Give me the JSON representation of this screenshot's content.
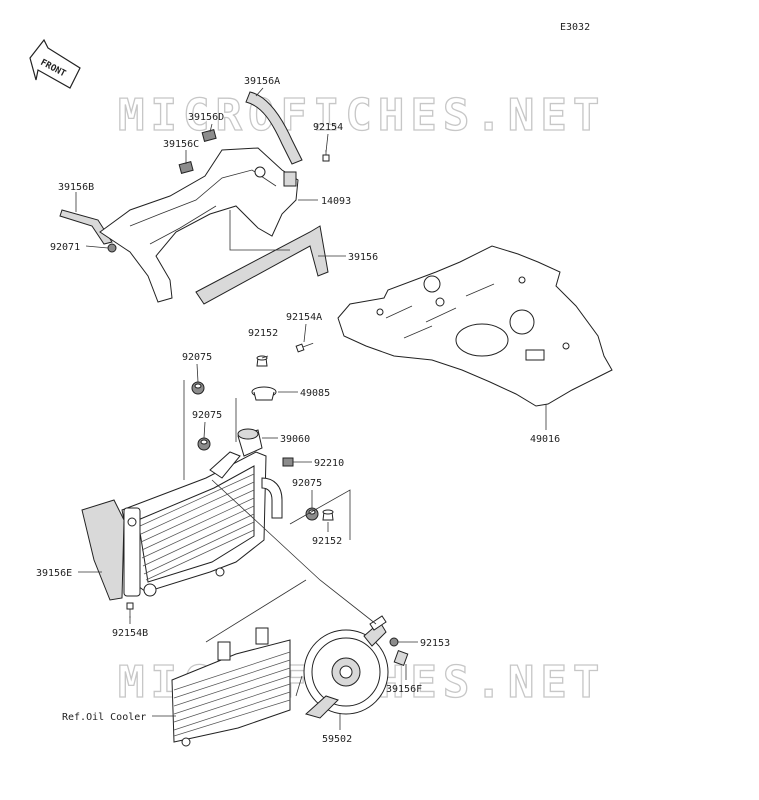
{
  "diagram_code": "E3032",
  "front_indicator": "FRONT",
  "watermark": "MICROFICHES.NET",
  "reference_label": "Ref.Oil Cooler",
  "parts": [
    {
      "id": "39156A"
    },
    {
      "id": "39156D"
    },
    {
      "id": "39156C"
    },
    {
      "id": "92154"
    },
    {
      "id": "39156B"
    },
    {
      "id": "14093"
    },
    {
      "id": "92071"
    },
    {
      "id": "39156"
    },
    {
      "id": "92154A"
    },
    {
      "id": "92152"
    },
    {
      "id": "92075"
    },
    {
      "id": "49085"
    },
    {
      "id": "92075"
    },
    {
      "id": "39060"
    },
    {
      "id": "92210"
    },
    {
      "id": "92075"
    },
    {
      "id": "92152"
    },
    {
      "id": "39156E"
    },
    {
      "id": "92154B"
    },
    {
      "id": "92153"
    },
    {
      "id": "39156F"
    },
    {
      "id": "59502"
    },
    {
      "id": "49016"
    }
  ]
}
